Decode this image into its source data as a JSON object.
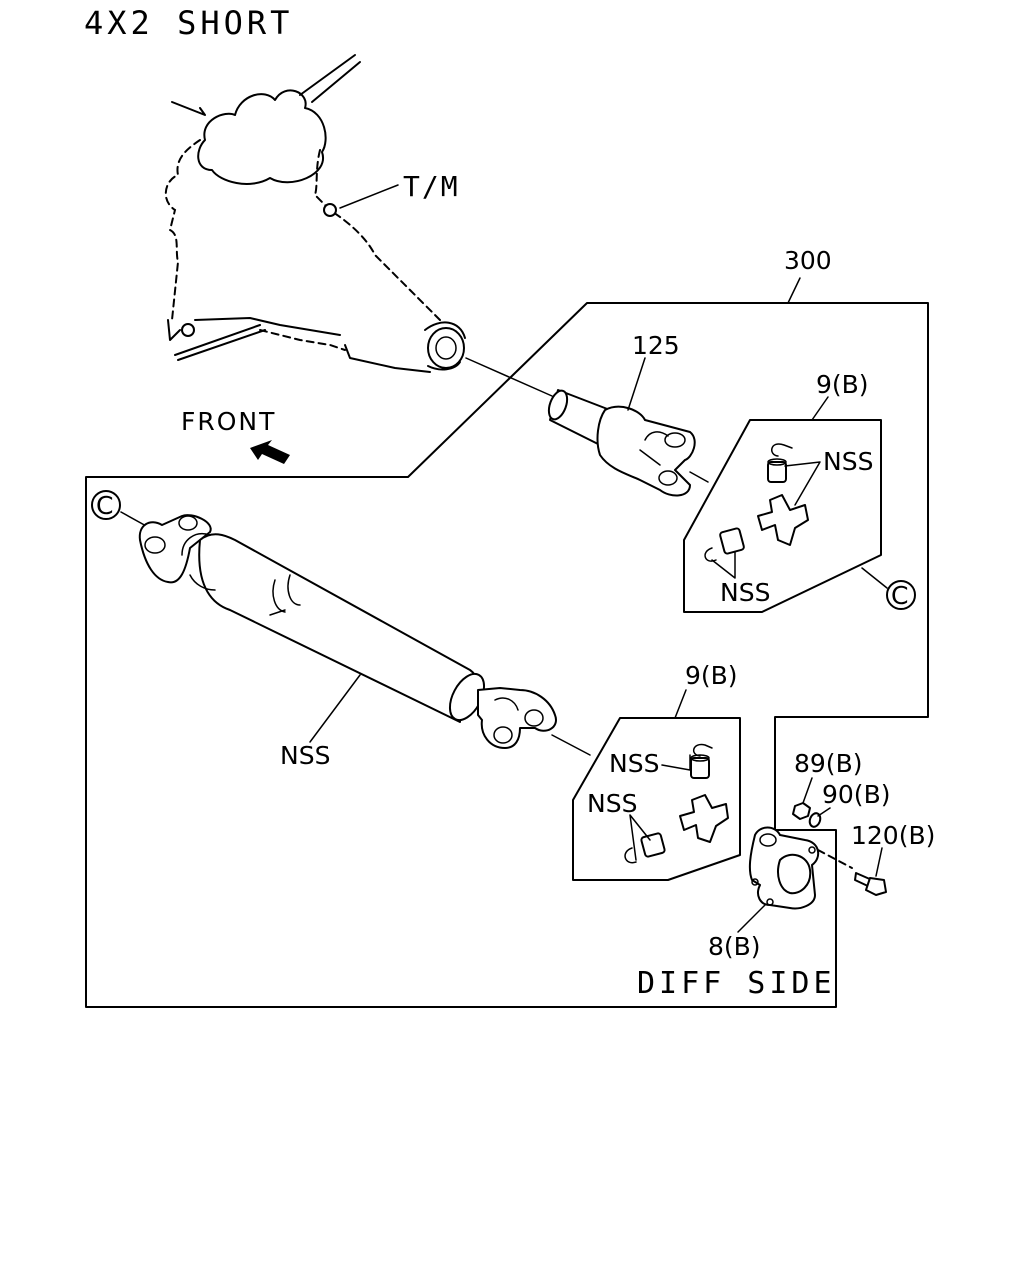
{
  "title": "4X2 SHORT",
  "labels": {
    "tm": "T/M",
    "front": "FRONT",
    "assembly": "300",
    "yoke": "125",
    "joint_kit_upper": "9(B)",
    "joint_kit_lower": "9(B)",
    "nss_upper_a": "NSS",
    "nss_upper_b": "NSS",
    "nss_shaft": "NSS",
    "nss_lower_a": "NSS",
    "nss_lower_b": "NSS",
    "nut": "89(B)",
    "washer": "90(B)",
    "bolt": "120(B)",
    "flange": "8(B)",
    "diff_side": "DIFF SIDE",
    "ref_c_left": "C",
    "ref_c_right": "C"
  }
}
